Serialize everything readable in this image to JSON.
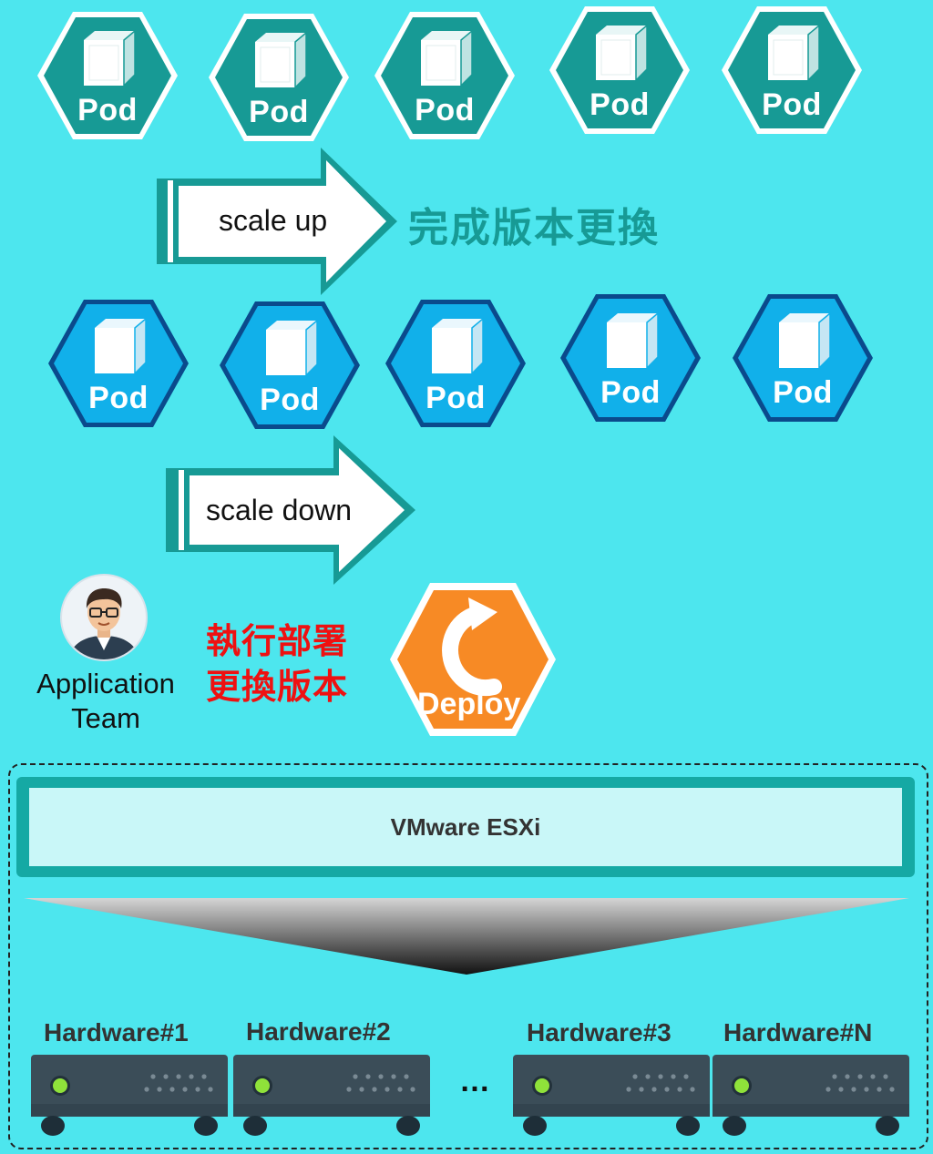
{
  "pods_top": {
    "color": "#179a95",
    "labels": [
      "Pod",
      "Pod",
      "Pod",
      "Pod",
      "Pod"
    ]
  },
  "pods_bottom": {
    "color": "#11b0ea",
    "labels": [
      "Pod",
      "Pod",
      "Pod",
      "Pod",
      "Pod"
    ]
  },
  "scale_up": {
    "label": "scale up"
  },
  "scale_down": {
    "label": "scale down"
  },
  "status_text": "完成版本更換",
  "team": {
    "label": "Application\nTeam",
    "icon": "person-avatar-icon"
  },
  "action_text": "執行部署\n更換版本",
  "deploy": {
    "label": "Deploy",
    "color": "#f78a25",
    "icon": "rotate-arrow-icon"
  },
  "esxi": {
    "label": "VMware ESXi"
  },
  "hardware": {
    "items": [
      "Hardware#1",
      "Hardware#2",
      "Hardware#3",
      "Hardware#N"
    ],
    "ellipsis": "…",
    "led_color": "#8fe23a"
  }
}
